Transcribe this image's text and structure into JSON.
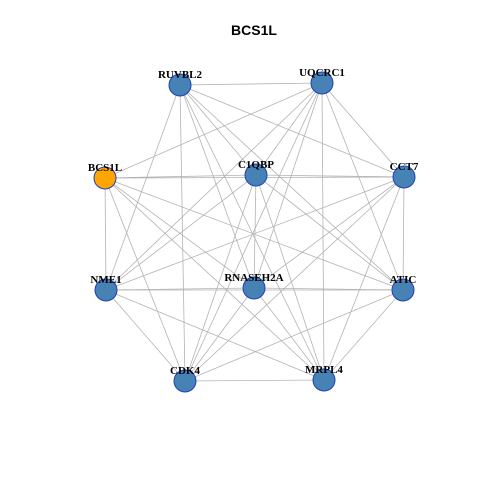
{
  "title": "BCS1L",
  "colors": {
    "default_node": "#4682b4",
    "highlight_node": "#ffa500",
    "node_border": "#1f3fbf",
    "edge": "#b3b3b3"
  },
  "nodes": [
    {
      "id": "RUVBL2",
      "label": "RUVBL2",
      "highlight": false
    },
    {
      "id": "UQCRC1",
      "label": "UQCRC1",
      "highlight": false
    },
    {
      "id": "BCS1L",
      "label": "BCS1L",
      "highlight": true
    },
    {
      "id": "C1QBP",
      "label": "C1QBP",
      "highlight": false
    },
    {
      "id": "CCT7",
      "label": "CCT7",
      "highlight": false
    },
    {
      "id": "NME1",
      "label": "NME1",
      "highlight": false
    },
    {
      "id": "RNASEH2A",
      "label": "RNASEH2A",
      "highlight": false
    },
    {
      "id": "ATIC",
      "label": "ATIC",
      "highlight": false
    },
    {
      "id": "CDK4",
      "label": "CDK4",
      "highlight": false
    },
    {
      "id": "MRPL4",
      "label": "MRPL4",
      "highlight": false
    }
  ],
  "edges": [
    [
      "RUVBL2",
      "UQCRC1"
    ],
    [
      "RUVBL2",
      "C1QBP"
    ],
    [
      "RUVBL2",
      "CCT7"
    ],
    [
      "RUVBL2",
      "NME1"
    ],
    [
      "RUVBL2",
      "RNASEH2A"
    ],
    [
      "RUVBL2",
      "ATIC"
    ],
    [
      "RUVBL2",
      "CDK4"
    ],
    [
      "RUVBL2",
      "MRPL4"
    ],
    [
      "UQCRC1",
      "BCS1L"
    ],
    [
      "UQCRC1",
      "C1QBP"
    ],
    [
      "UQCRC1",
      "CCT7"
    ],
    [
      "UQCRC1",
      "RNASEH2A"
    ],
    [
      "UQCRC1",
      "ATIC"
    ],
    [
      "UQCRC1",
      "CDK4"
    ],
    [
      "UQCRC1",
      "MRPL4"
    ],
    [
      "UQCRC1",
      "NME1"
    ],
    [
      "BCS1L",
      "C1QBP"
    ],
    [
      "BCS1L",
      "CCT7"
    ],
    [
      "BCS1L",
      "NME1"
    ],
    [
      "BCS1L",
      "RNASEH2A"
    ],
    [
      "BCS1L",
      "ATIC"
    ],
    [
      "BCS1L",
      "CDK4"
    ],
    [
      "BCS1L",
      "MRPL4"
    ],
    [
      "C1QBP",
      "CCT7"
    ],
    [
      "C1QBP",
      "RNASEH2A"
    ],
    [
      "C1QBP",
      "CDK4"
    ],
    [
      "C1QBP",
      "MRPL4"
    ],
    [
      "C1QBP",
      "NME1"
    ],
    [
      "C1QBP",
      "ATIC"
    ],
    [
      "CCT7",
      "NME1"
    ],
    [
      "CCT7",
      "RNASEH2A"
    ],
    [
      "CCT7",
      "ATIC"
    ],
    [
      "CCT7",
      "CDK4"
    ],
    [
      "CCT7",
      "MRPL4"
    ],
    [
      "NME1",
      "RNASEH2A"
    ],
    [
      "NME1",
      "ATIC"
    ],
    [
      "NME1",
      "CDK4"
    ],
    [
      "NME1",
      "MRPL4"
    ],
    [
      "RNASEH2A",
      "ATIC"
    ],
    [
      "RNASEH2A",
      "CDK4"
    ],
    [
      "RNASEH2A",
      "MRPL4"
    ],
    [
      "ATIC",
      "CDK4"
    ],
    [
      "ATIC",
      "MRPL4"
    ],
    [
      "CDK4",
      "MRPL4"
    ]
  ]
}
